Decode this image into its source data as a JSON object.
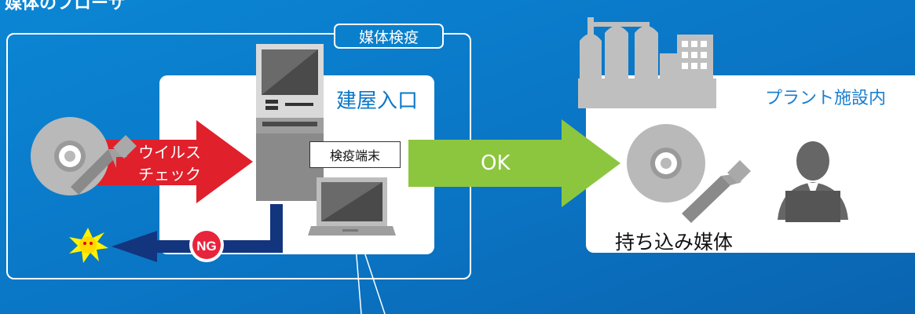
{
  "diagram": {
    "title": "媒体のフローサ",
    "quarantine_label": "媒体検疫",
    "entrance_label": "建屋入口",
    "terminal_label": "検疫端末",
    "virus_check_line1": "ウイルス",
    "virus_check_line2": "チェック",
    "ok_label": "OK",
    "ng_label": "NG",
    "plant_label": "プラント施設内",
    "media_label": "持ち込み媒体"
  },
  "colors": {
    "background": "#0a75c4",
    "red_arrow": "#e0202b",
    "green_arrow": "#8cc63f",
    "navy_arrow": "#13357e",
    "ng_badge": "#e8243c",
    "accent_blue": "#0b78c8"
  },
  "icons": [
    "disc-icon",
    "usb-icon",
    "kiosk-icon",
    "laptop-icon",
    "factory-icon",
    "person-icon",
    "virus-burst-icon"
  ]
}
